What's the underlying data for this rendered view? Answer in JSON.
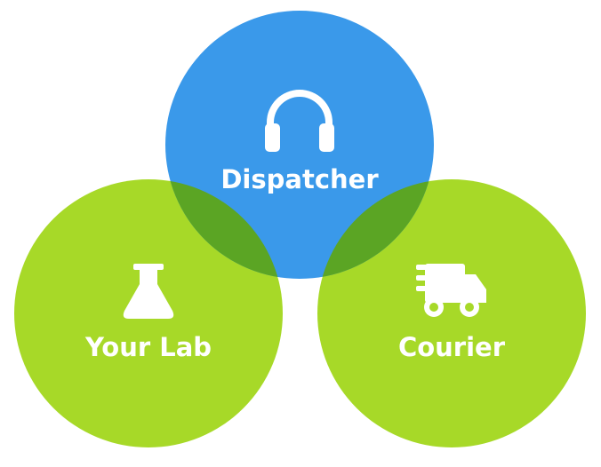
{
  "diagram": {
    "circles": [
      {
        "id": "dispatcher",
        "label": "Dispatcher",
        "icon": "headphones-icon",
        "color": "#3a99ea"
      },
      {
        "id": "lab",
        "label": "Your Lab",
        "icon": "flask-icon",
        "color": "#a7d928"
      },
      {
        "id": "courier",
        "label": "Courier",
        "icon": "delivery-truck-icon",
        "color": "#a7d928"
      }
    ],
    "overlap_color": "#5ba524"
  }
}
